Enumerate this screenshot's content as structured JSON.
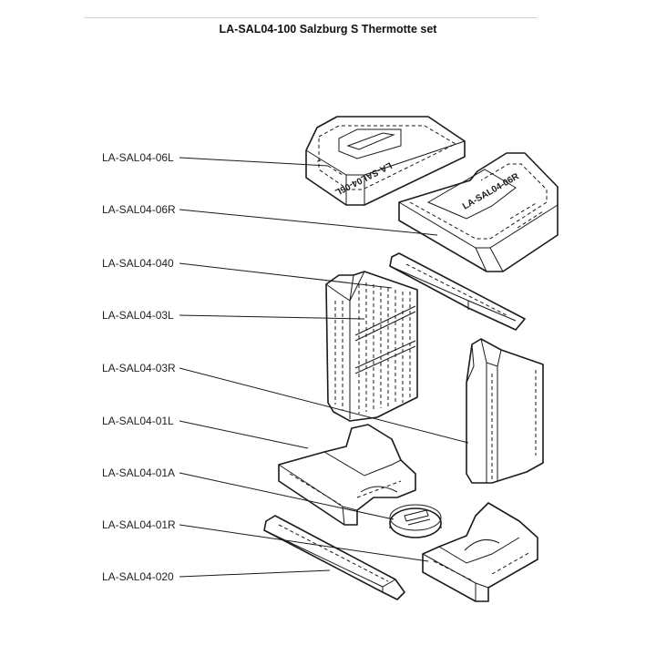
{
  "title": "LA-SAL04-100 Salzburg S Thermotte set",
  "parts": [
    {
      "code": "LA-SAL04-06L"
    },
    {
      "code": "LA-SAL04-06R"
    },
    {
      "code": "LA-SAL04-040"
    },
    {
      "code": "LA-SAL04-03L"
    },
    {
      "code": "LA-SAL04-03R"
    },
    {
      "code": "LA-SAL04-01L"
    },
    {
      "code": "LA-SAL04-01A"
    },
    {
      "code": "LA-SAL04-01R"
    },
    {
      "code": "LA-SAL04-020"
    }
  ],
  "engraved": {
    "top_left": "LA-SAL04-06L",
    "top_right": "LA-SAL04-06R"
  }
}
